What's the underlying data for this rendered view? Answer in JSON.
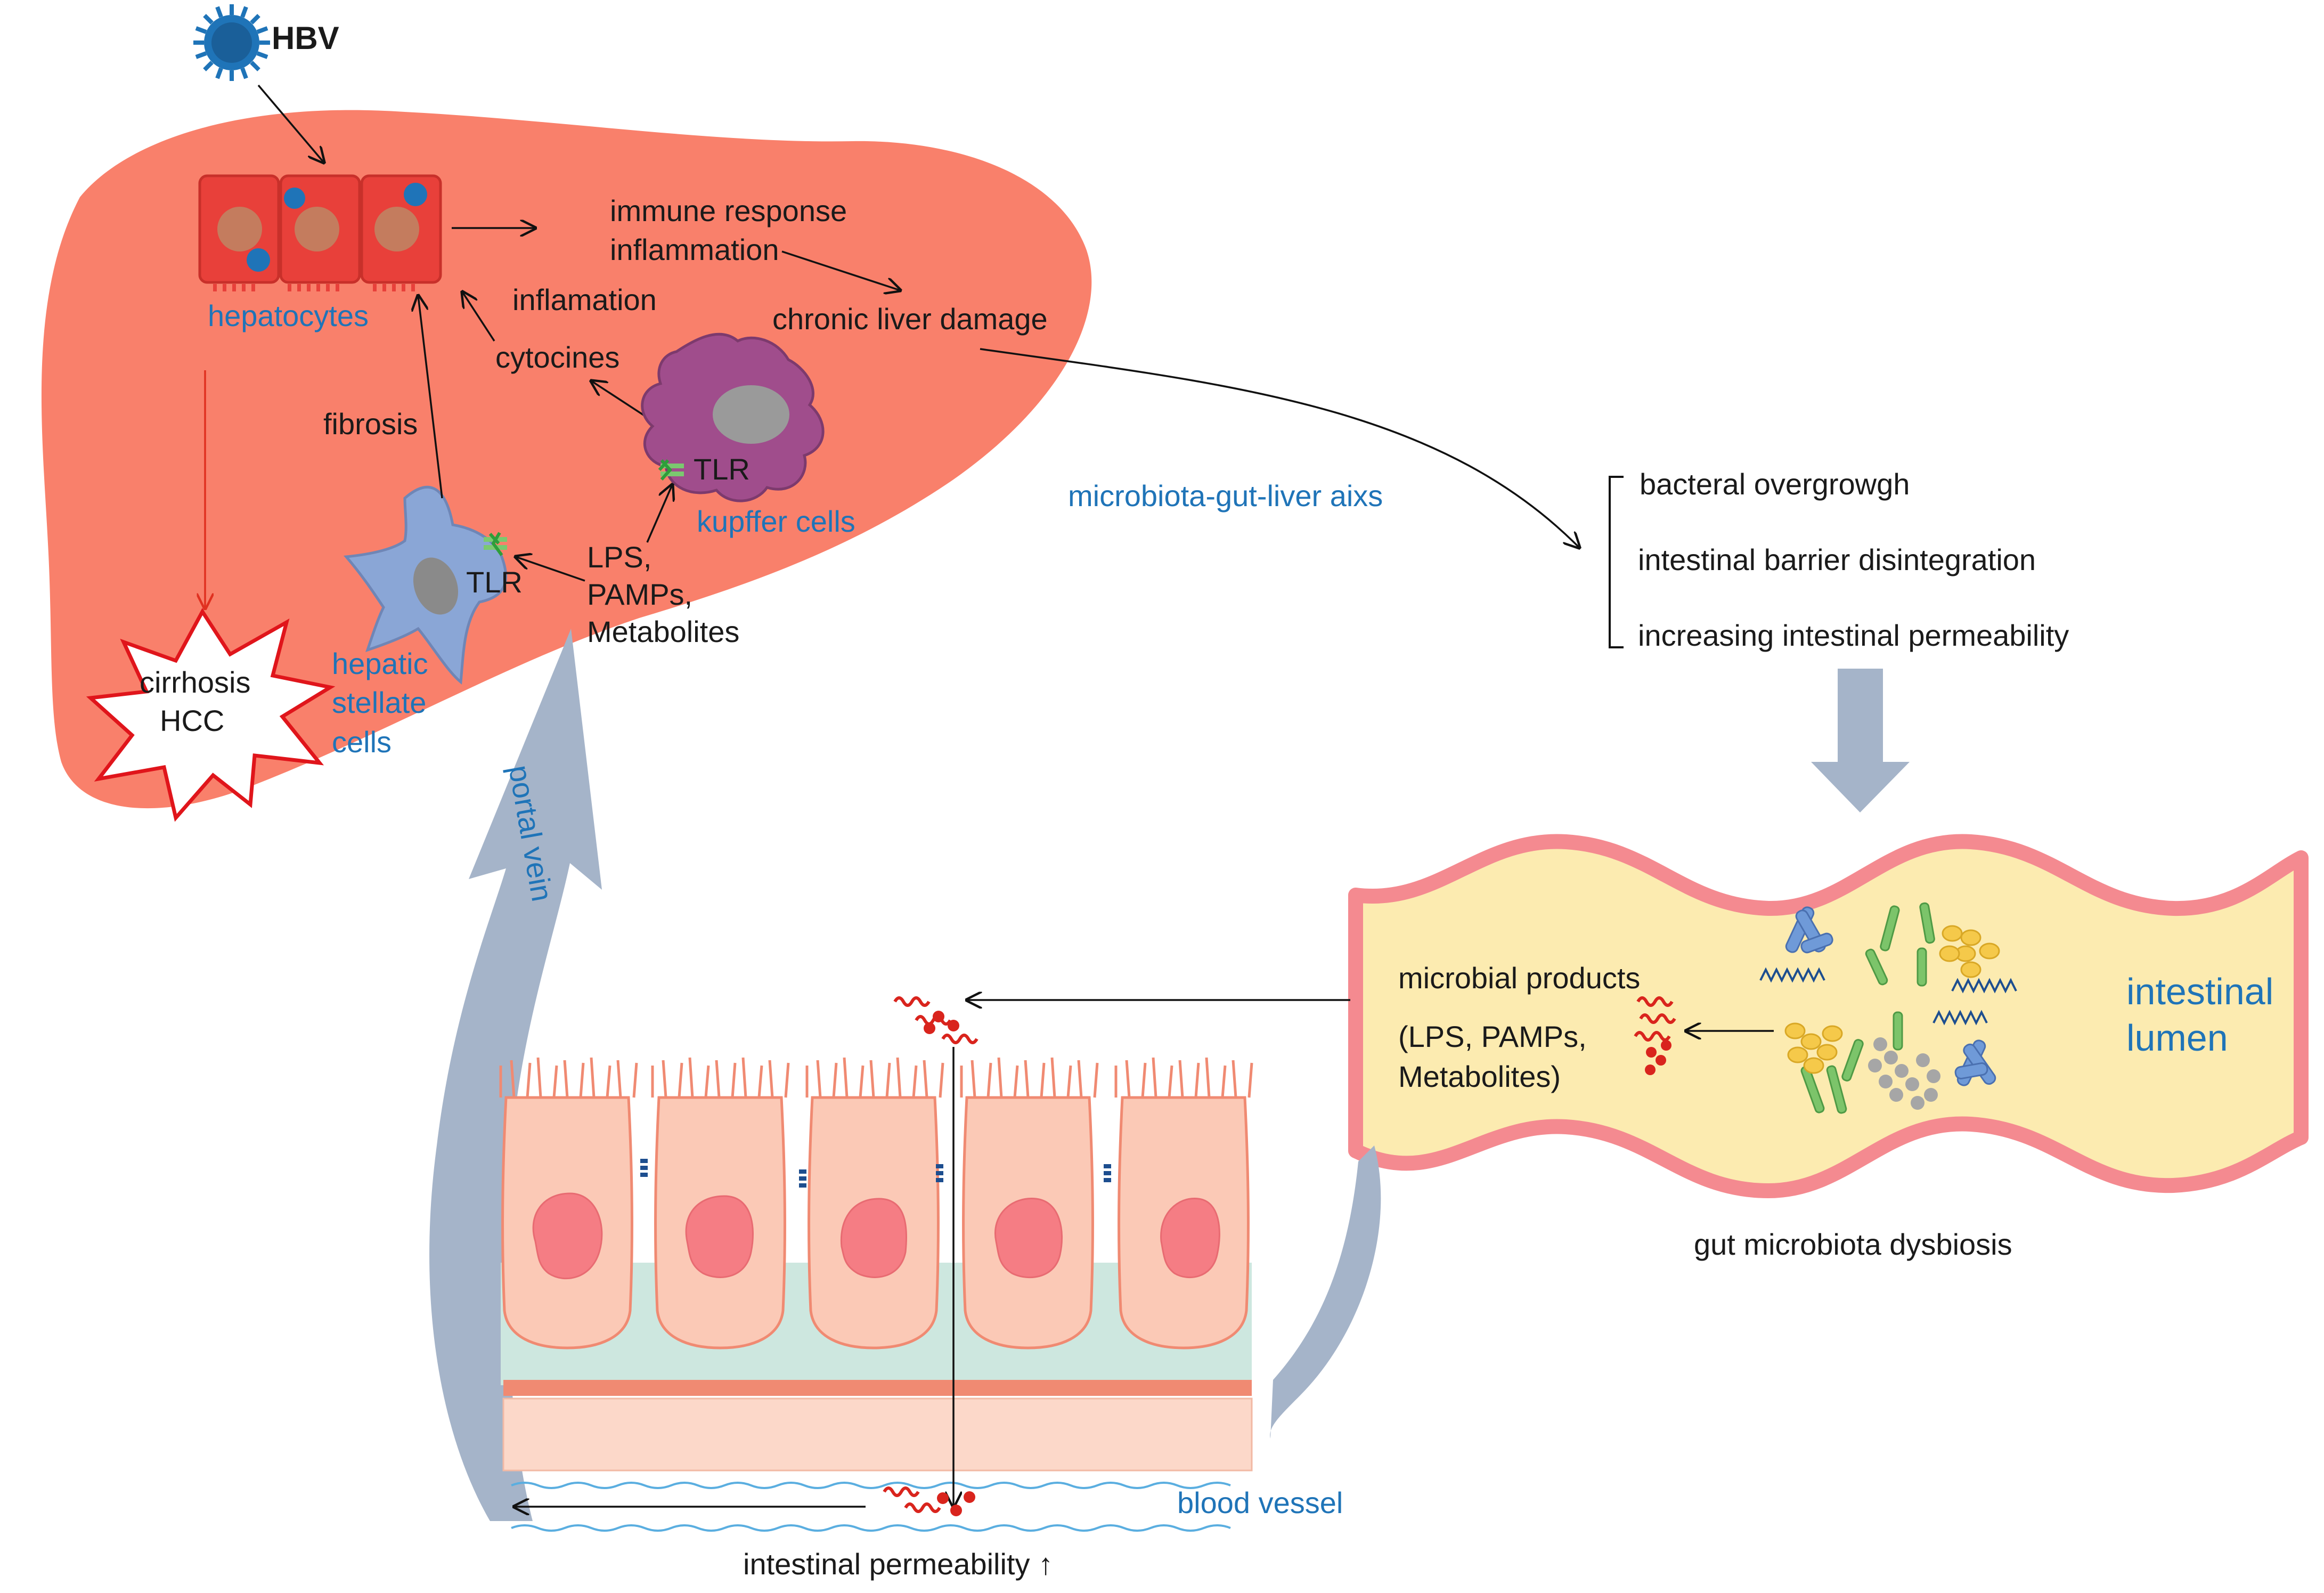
{
  "virus": {
    "label": "HBV",
    "icon": "hbv-virus-icon"
  },
  "liver": {
    "hepatocytes_label": "hepatocytes",
    "immune_response": "immune response",
    "inflammation": "inflammation",
    "chronic_damage": "chronic liver damage",
    "inflamation": "inflamation",
    "cytocines": "cytocines",
    "fibrosis": "fibrosis",
    "tlr_kupffer": "TLR",
    "tlr_stellate": "TLR",
    "kupffer_label": "kupffer cells",
    "stellate_label": [
      "hepatic",
      "stellate",
      "cells"
    ],
    "lps_lines": [
      "LPS,",
      "PAMPs,",
      "Metabolites"
    ],
    "cirrhosis_lines": [
      "cirrhosis",
      "HCC"
    ]
  },
  "axis_label": "microbiota-gut-liver aixs",
  "gut_effects": [
    "bacteral overgrowgh",
    "intestinal barrier disintegration",
    "increasing intestinal permeability"
  ],
  "lumen": {
    "label_lines": [
      "intestinal",
      "lumen"
    ],
    "microbial_products": "microbial products",
    "products_lines": [
      "(LPS, PAMPs,",
      "Metabolites)"
    ],
    "dysbiosis": "gut microbiota  dysbiosis"
  },
  "epithelium": {
    "portal_vein": "portal vein",
    "blood_vessel": "blood vessel",
    "permeability": "intestinal permeability ↑"
  },
  "colors": {
    "liver": "#f9806b",
    "hepatocyte": "#e8403a",
    "kupffer": "#a04d8c",
    "stellate": "#8aa6d6",
    "lumen": "#fcebb0",
    "lumen_border": "#f48a90",
    "epithelial_cell": "#fbc9b6",
    "nucleus": "#f57d84",
    "accent_blue": "#1f74b8",
    "flow_arrow": "#a5b4c9"
  }
}
